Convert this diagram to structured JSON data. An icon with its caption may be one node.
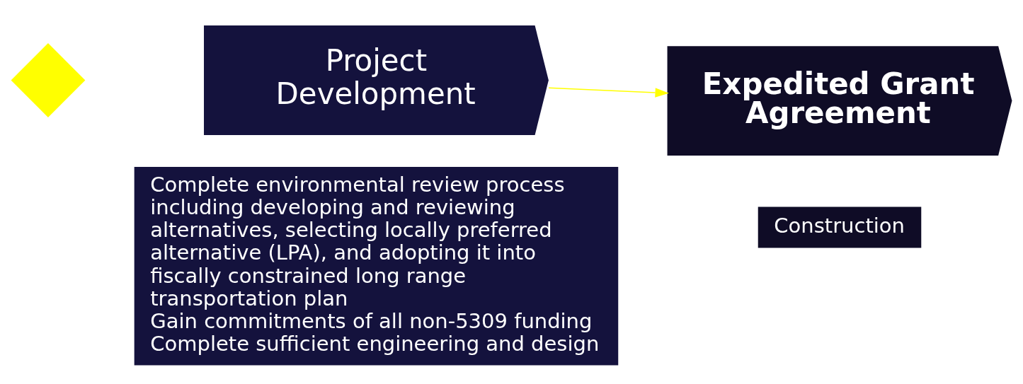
{
  "diagram": {
    "nodes": [
      {
        "text": [
          "Project Development"
        ]
      },
      {
        "text": [],
        "shape": "diamond"
      },
      {
        "text": [
          "Expedited Grant Agreement"
        ]
      },
      {
        "text": [
          "Complete environmental review process including developing and reviewing alternatives, selecting locally preferred alternative (LPA), and adopting it into fiscally constrained long range transportation plan",
          "Gain commitments of all non-5309 funding",
          "Complete sufficient engineering and design"
        ]
      },
      {
        "text": [
          "Construction"
        ]
      }
    ],
    "edges": [
      {
        "from": 0,
        "to": 2,
        "arrow": "to",
        "color": "#ffff00"
      }
    ]
  }
}
